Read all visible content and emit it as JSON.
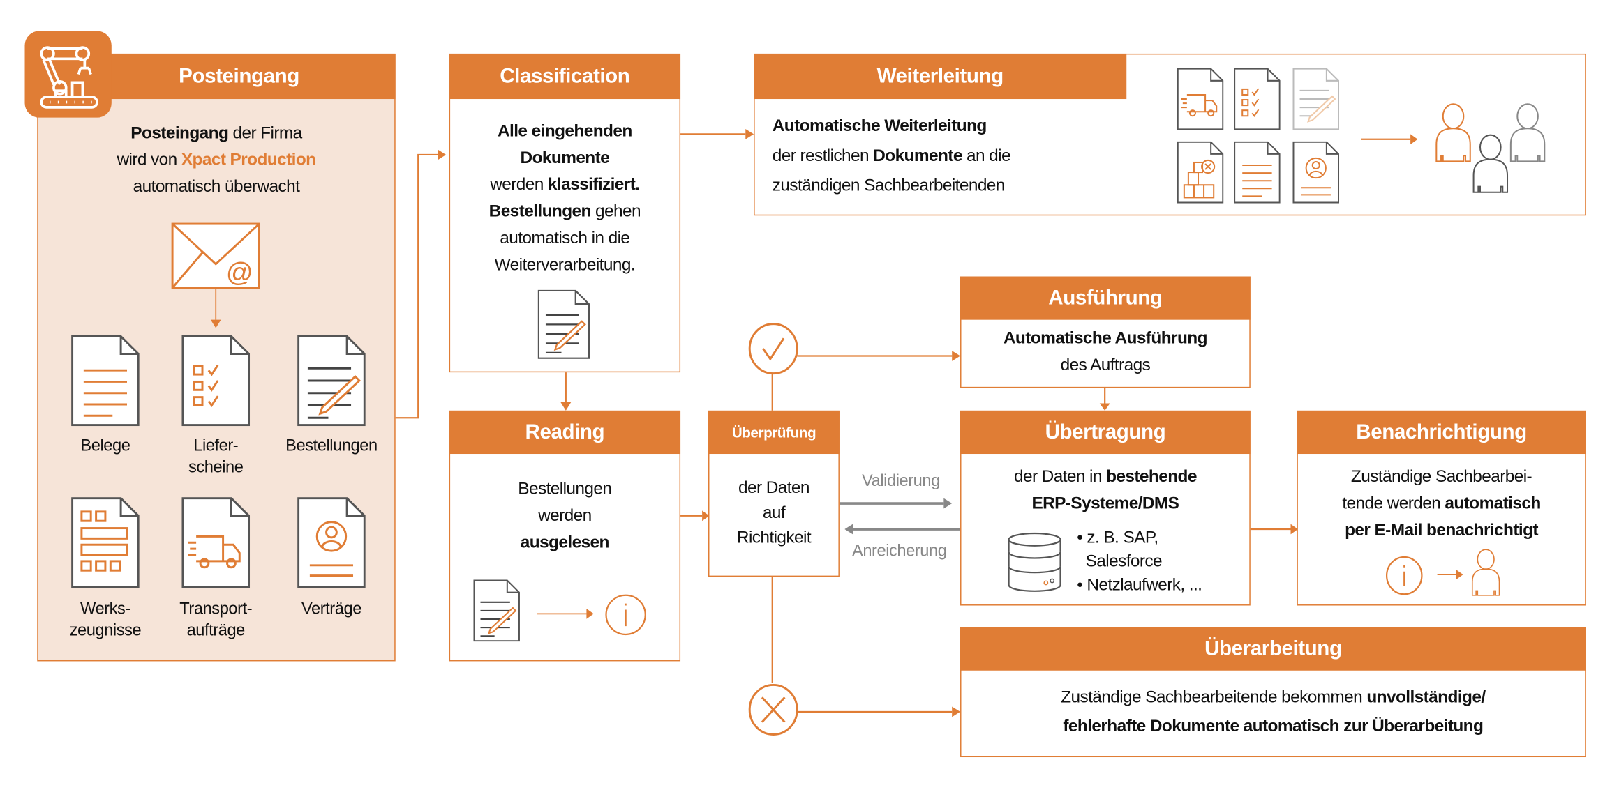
{
  "colors": {
    "accent": "#E07D35",
    "panel_bg": "#F6E4D8",
    "text": "#111111",
    "gray": "#888888"
  },
  "posteingang": {
    "title": "Posteingang",
    "icon": "robot-arm-conveyor-icon",
    "lines": [
      [
        {
          "t": "Posteingang",
          "s": "b"
        },
        {
          "t": " der Firma"
        }
      ],
      [
        {
          "t": "wird von "
        },
        {
          "t": "Xpact Production",
          "s": "a"
        }
      ],
      [
        {
          "t": "automatisch überwacht"
        }
      ]
    ],
    "mail_icon": "envelope-at-icon",
    "documents": [
      {
        "label": "Belege",
        "icon": "document-lines-icon"
      },
      {
        "label": "Liefer-\nscheine",
        "icon": "document-checklist-icon"
      },
      {
        "label": "Bestellungen",
        "icon": "document-pencil-icon"
      },
      {
        "label": "Werks-\nzeugnisse",
        "icon": "document-grid-icon"
      },
      {
        "label": "Transport-\naufträge",
        "icon": "document-truck-icon"
      },
      {
        "label": "Verträge",
        "icon": "document-person-icon"
      }
    ]
  },
  "classification": {
    "title": "Classification",
    "lines": [
      [
        {
          "t": "Alle eingehenden",
          "s": "b"
        }
      ],
      [
        {
          "t": "Dokumente",
          "s": "b"
        }
      ],
      [
        {
          "t": "werden "
        },
        {
          "t": "klassifiziert.",
          "s": "b"
        }
      ],
      [
        {
          "t": "Bestellungen",
          "s": "b"
        },
        {
          "t": " gehen"
        }
      ],
      [
        {
          "t": "automatisch in die"
        }
      ],
      [
        {
          "t": "Weiterverarbeitung."
        }
      ]
    ]
  },
  "weiterleitung": {
    "title": "Weiterleitung",
    "lines": [
      [
        {
          "t": "Automatische Weiterleitung",
          "s": "b"
        }
      ],
      [
        {
          "t": "der restlichen "
        },
        {
          "t": "Dokumente",
          "s": "b"
        },
        {
          "t": " an die"
        }
      ],
      [
        {
          "t": "zuständigen Sachbearbeitenden"
        }
      ]
    ]
  },
  "reading": {
    "title": "Reading",
    "lines": [
      [
        {
          "t": "Bestellungen"
        }
      ],
      [
        {
          "t": "werden"
        }
      ],
      [
        {
          "t": "ausgelesen",
          "s": "b"
        }
      ]
    ]
  },
  "ueberpruefung": {
    "title": "Überprüfung",
    "lines": [
      [
        {
          "t": "der Daten"
        }
      ],
      [
        {
          "t": "auf"
        }
      ],
      [
        {
          "t": "Richtigkeit"
        }
      ]
    ]
  },
  "arrows": {
    "validierung": "Validierung",
    "anreicherung": "Anreicherung"
  },
  "ausfuehrung": {
    "title": "Ausführung",
    "lines": [
      [
        {
          "t": "Automatische Ausführung",
          "s": "b"
        }
      ],
      [
        {
          "t": "des Auftrags"
        }
      ]
    ]
  },
  "uebertragung": {
    "title": "Übertragung",
    "lines": [
      [
        {
          "t": "der Daten in "
        },
        {
          "t": "bestehende",
          "s": "b"
        }
      ],
      [
        {
          "t": "ERP-Systeme/DMS",
          "s": "b"
        }
      ]
    ],
    "bullets": [
      "• z. B. SAP,",
      "  Salesforce",
      "• Netzlaufwerk, ..."
    ]
  },
  "benachrichtigung": {
    "title": "Benachrichtigung",
    "lines": [
      [
        {
          "t": "Zuständige Sachbearbei-"
        }
      ],
      [
        {
          "t": "tende werden "
        },
        {
          "t": "automatisch",
          "s": "b"
        }
      ],
      [
        {
          "t": "per E-Mail benachrichtigt",
          "s": "b"
        }
      ]
    ]
  },
  "ueberarbeitung": {
    "title": "Überarbeitung",
    "lines": [
      [
        {
          "t": "Zuständige Sachbearbeitende bekommen "
        },
        {
          "t": "unvollständige/",
          "s": "b"
        }
      ],
      [
        {
          "t": "fehlerhafte Dokumente automatisch zur Überarbeitung",
          "s": "b"
        }
      ]
    ]
  }
}
